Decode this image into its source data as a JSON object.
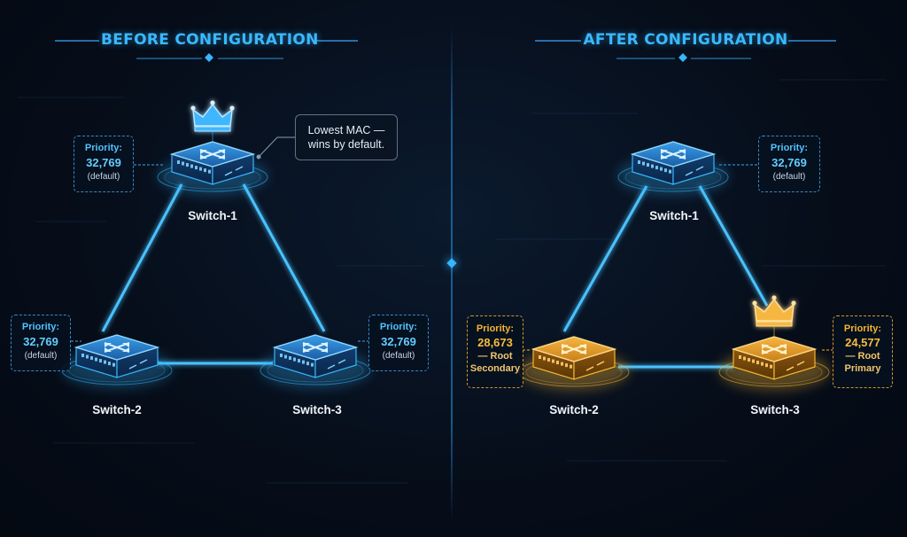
{
  "colors": {
    "blue_accent": "#35b6ff",
    "gold_accent": "#f5b530",
    "background": "#060d19"
  },
  "before": {
    "title": "BEFORE CONFIGURATION",
    "callout": {
      "line1": "Lowest MAC —",
      "line2": "wins by default."
    },
    "root_crown": "crown-icon",
    "switches": [
      {
        "name": "Switch-1",
        "priority_label": "Priority:",
        "priority_value": "32,769",
        "note": "(default)",
        "role": "root",
        "color": "#35b6ff"
      },
      {
        "name": "Switch-2",
        "priority_label": "Priority:",
        "priority_value": "32,769",
        "note": "(default)",
        "color": "#35b6ff"
      },
      {
        "name": "Switch-3",
        "priority_label": "Priority:",
        "priority_value": "32,769",
        "note": "(default)",
        "color": "#35b6ff"
      }
    ]
  },
  "after": {
    "title": "AFTER CONFIGURATION",
    "root_crown": "crown-icon",
    "switches": [
      {
        "name": "Switch-1",
        "priority_label": "Priority:",
        "priority_value": "32,769",
        "note": "(default)",
        "color": "#35b6ff"
      },
      {
        "name": "Switch-2",
        "priority_label": "Priority:",
        "priority_value": "28,673",
        "note_line1": "— Root",
        "note_line2": "Secondary",
        "color": "#f5b530"
      },
      {
        "name": "Switch-3",
        "priority_label": "Priority:",
        "priority_value": "24,577",
        "note_line1": "— Root",
        "note_line2": "Primary",
        "role": "root",
        "color": "#f5b530"
      }
    ]
  }
}
